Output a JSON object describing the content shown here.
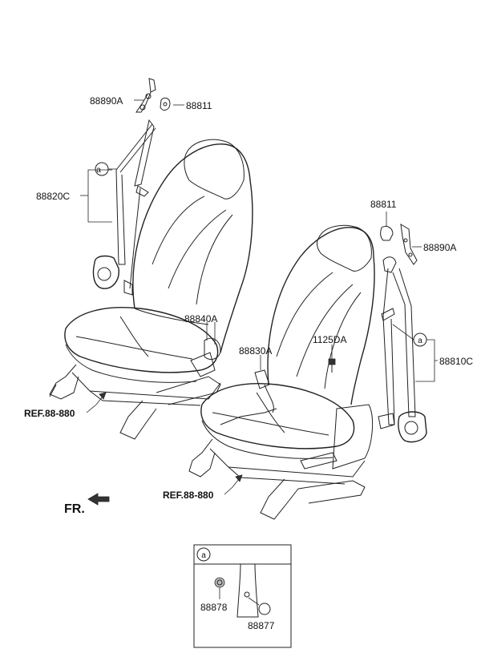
{
  "labels": {
    "rh_anchor_bracket": "88890A",
    "rh_cover": "88811",
    "rh_belt_assy": "88820C",
    "rh_buckle": "88840A",
    "lh_buckle": "88830A",
    "bolt": "1125DA",
    "lh_cover": "88811",
    "lh_anchor_bracket": "88890A",
    "lh_belt_assy": "88810C",
    "ref_upper": "REF.88-880",
    "ref_lower": "REF.88-880",
    "front": "FR.",
    "callout_a": "a",
    "detail_a": "a",
    "detail_part_left": "88878",
    "detail_part_right": "88877"
  }
}
